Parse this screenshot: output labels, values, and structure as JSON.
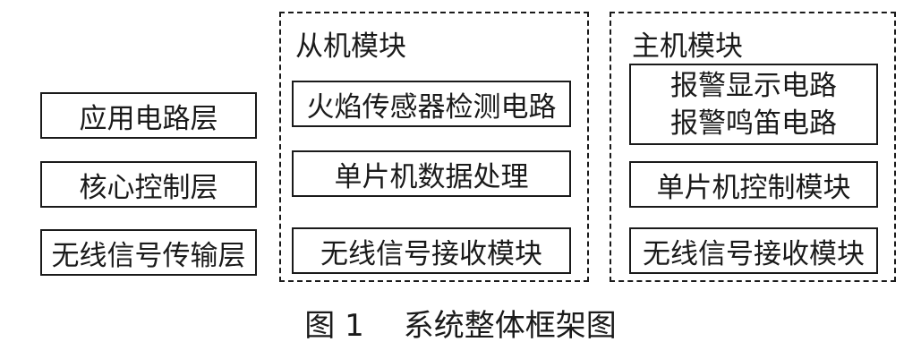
{
  "layers": [
    "应用电路层",
    "核心控制层",
    "无线信号传输层"
  ],
  "slave_module": {
    "title": "从机模块",
    "blocks": [
      "火焰传感器检测电路",
      "单片机数据处理",
      "无线信号接收模块"
    ]
  },
  "master_module": {
    "title": "主机模块",
    "alarm_lines": [
      "报警显示电路",
      "报警鸣笛电路"
    ],
    "blocks": [
      "单片机控制模块",
      "无线信号接收模块"
    ]
  },
  "caption": {
    "number": "图 1",
    "title": "系统整体框架图"
  }
}
